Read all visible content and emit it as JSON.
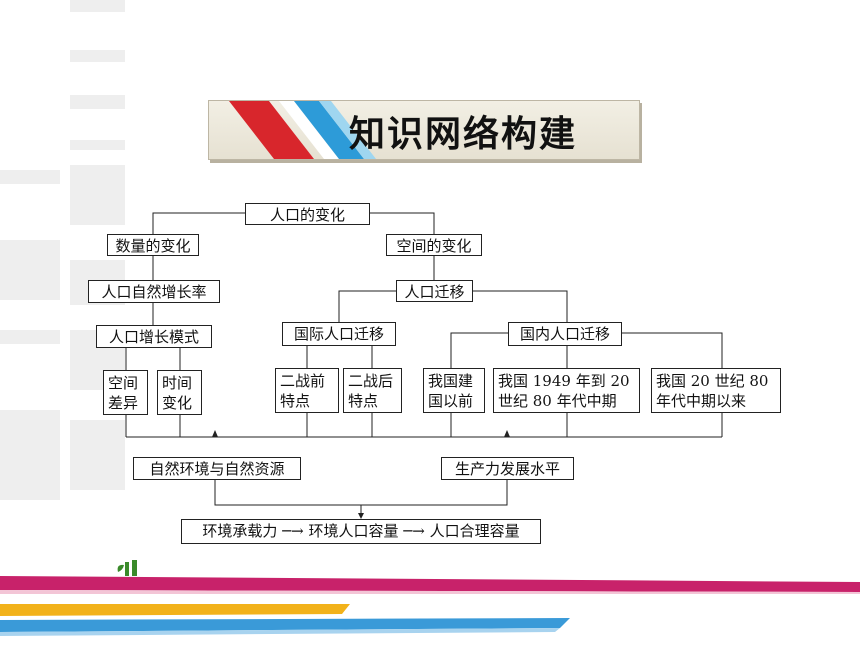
{
  "title": "知识网络构建",
  "nodes": {
    "root": "人口的变化",
    "quantity": "数量的变化",
    "space": "空间的变化",
    "natural_growth": "人口自然增长率",
    "migration": "人口迁移",
    "growth_mode": "人口增长模式",
    "intl_migration": "国际人口迁移",
    "domestic_migration": "国内人口迁移",
    "spatial_diff": "空间差异",
    "temporal_change": "时间变化",
    "before_ww2": "二战前特点",
    "after_ww2": "二战后特点",
    "before_prc": "我国建国以前",
    "prc_1949_1980s": "我国 1949 年到 20 世纪 80 年代中期",
    "since_1980s": "我国 20 世纪 80 年代中期以来",
    "environment": "自然环境与自然资源",
    "productivity": "生产力发展水平",
    "capacity_chain": "环境承载力 ─→ 环境人口容量 ─→ 人口合理容量"
  },
  "colors": {
    "banner_red": "#d8262c",
    "banner_blue": "#2d9bd8",
    "stripe_pink": "#c8226a",
    "stripe_yellow": "#f2b21a"
  }
}
